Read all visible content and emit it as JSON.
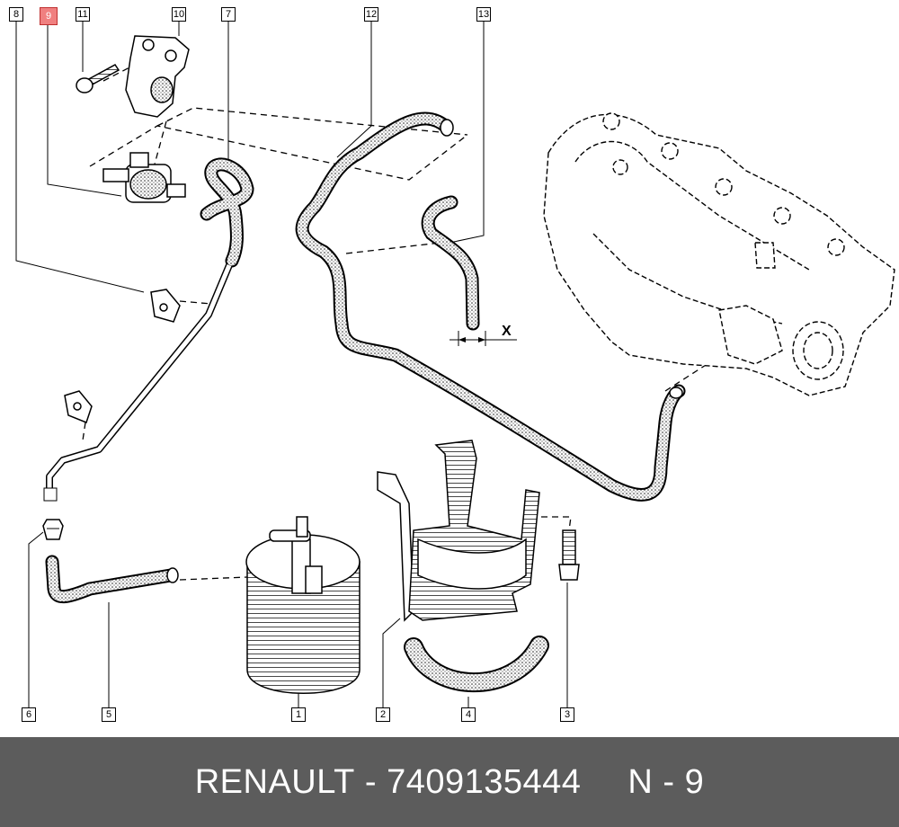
{
  "callouts": [
    {
      "id": "c8",
      "label": "8"
    },
    {
      "id": "c9",
      "label": "9"
    },
    {
      "id": "c11",
      "label": "11"
    },
    {
      "id": "c10",
      "label": "10"
    },
    {
      "id": "c7",
      "label": "7"
    },
    {
      "id": "c12",
      "label": "12"
    },
    {
      "id": "c13",
      "label": "13"
    },
    {
      "id": "c6",
      "label": "6"
    },
    {
      "id": "c5",
      "label": "5"
    },
    {
      "id": "c1",
      "label": "1"
    },
    {
      "id": "c2",
      "label": "2"
    },
    {
      "id": "c4",
      "label": "4"
    },
    {
      "id": "c3",
      "label": "3"
    }
  ],
  "highlight_color": "#f08080",
  "dimension_label": "X",
  "footer": {
    "brand": "RENAULT",
    "separator": " - ",
    "part_number": "7409135444",
    "position_text": "N - 9"
  },
  "footer_color": "#5c5c5c"
}
